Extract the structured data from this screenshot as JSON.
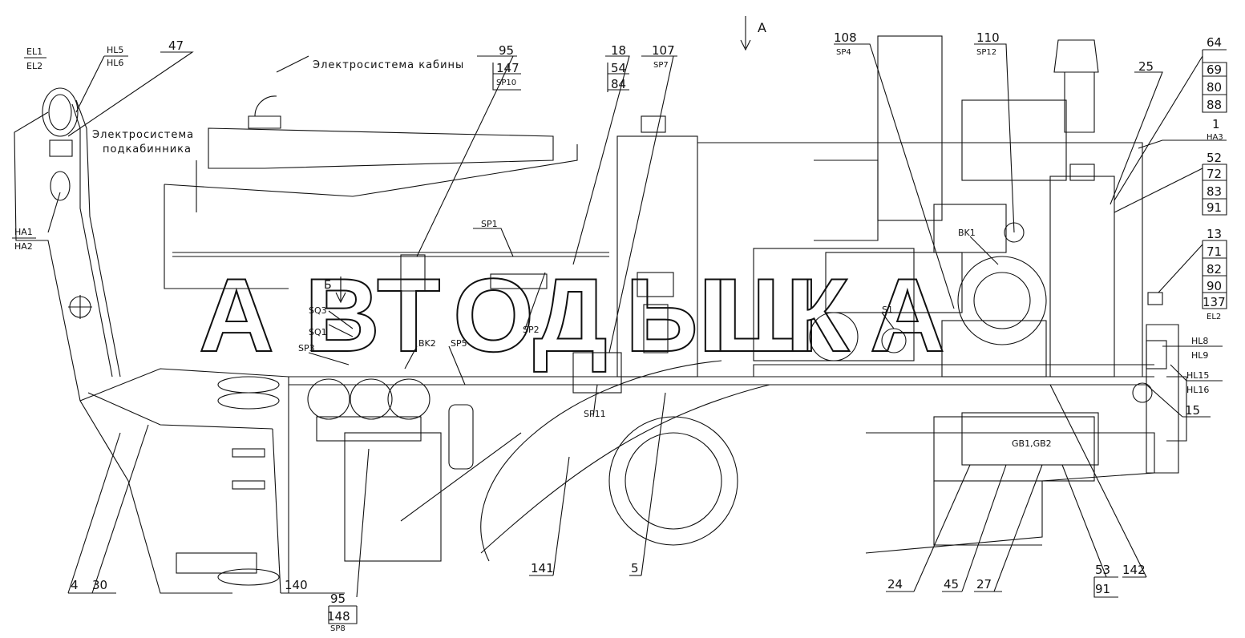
{
  "view_marks": {
    "arrow_a": "A",
    "arrow_b": "Б"
  },
  "captions": {
    "cab_system": "Электросистема кабины",
    "subcab_line1": "Электросистема",
    "subcab_line2": "подкабинника"
  },
  "watermark": [
    "А",
    "В",
    "Т",
    "О",
    "Д",
    "Ы",
    "Ш",
    "К",
    "А"
  ],
  "callouts": {
    "el1_el2": [
      "EL1",
      "EL2"
    ],
    "hl5_hl6": [
      "HL5",
      "HL6"
    ],
    "c47": "47",
    "ha1_ha2": [
      "HA1",
      "HA2"
    ],
    "c95_top": [
      "95",
      "147",
      "SP10"
    ],
    "c18": [
      "18",
      "54",
      "84"
    ],
    "c107": [
      "107",
      "SP7"
    ],
    "c108": [
      "108",
      "SP4"
    ],
    "c110": [
      "110",
      "SP12"
    ],
    "c25": "25",
    "c64": [
      "64",
      "69",
      "80",
      "88"
    ],
    "c1": [
      "1",
      "HA3"
    ],
    "c52": [
      "52",
      "72",
      "83",
      "91"
    ],
    "c13": [
      "13",
      "71",
      "82",
      "90",
      "137",
      "EL2"
    ],
    "hl8_hl9": [
      "HL8",
      "HL9"
    ],
    "hl15_hl16": [
      "HL15",
      "HL16"
    ],
    "c15": "15",
    "bottom": {
      "c4": "4",
      "c30": "30",
      "c140": "140",
      "c95b": [
        "95",
        "148",
        "SP8"
      ],
      "c141": "141",
      "c5": "5",
      "c24": "24",
      "c45": "45",
      "c27": "27",
      "c53": [
        "53",
        "91"
      ],
      "c142": "142"
    },
    "inline": {
      "sp1": "SP1",
      "sp2": "SP2",
      "sp3": "SP3",
      "sp5": "SP5",
      "sp11": "SP11",
      "sq1": "SQ1",
      "sq3": "SQ3",
      "bk1": "BK1",
      "bk2": "BK2",
      "s1": "S1",
      "gb": "GB1,GB2"
    }
  }
}
